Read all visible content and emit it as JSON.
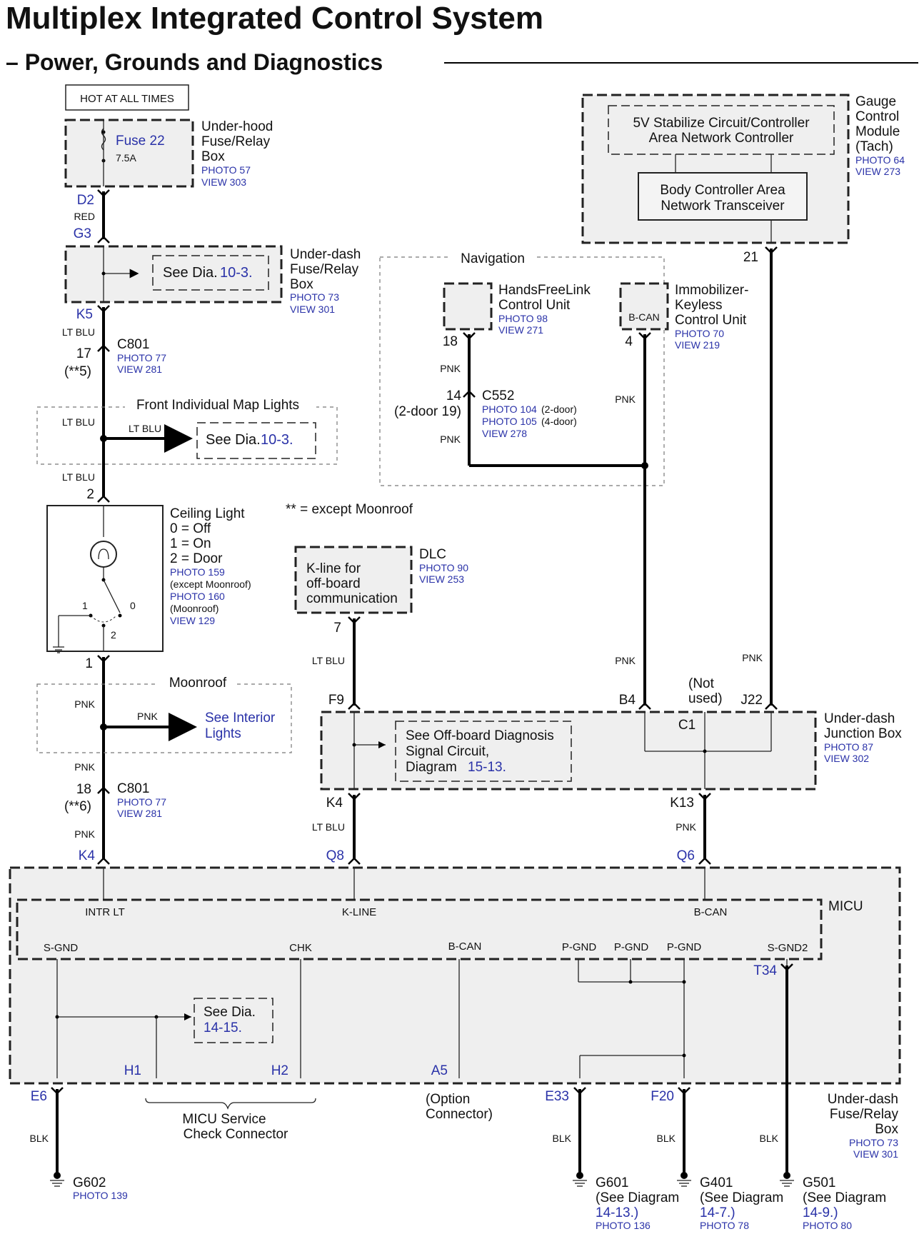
{
  "title": "Multiplex Integrated Control System",
  "subtitle": "– Power, Grounds and Diagnostics",
  "hot_label": "HOT AT ALL TIMES",
  "underhood": {
    "fuse": "Fuse 22",
    "amp": "7.5A",
    "name": [
      "Under-hood",
      "Fuse/Relay",
      "Box"
    ],
    "photo": "PHOTO 57",
    "view": "VIEW 303",
    "pin_out": "D2"
  },
  "wire_red": "RED",
  "underdash_fuse": {
    "pin_in": "G3",
    "see_prefix": "See Dia.",
    "see_ref": "10-3.",
    "name": [
      "Under-dash",
      "Fuse/Relay",
      "Box"
    ],
    "photo": "PHOTO 73",
    "view": "VIEW 301",
    "pin_out": "K5"
  },
  "wire_ltblu": "LT BLU",
  "wire_pnk": "PNK",
  "wire_blk": "BLK",
  "c801_top": {
    "name": "C801",
    "pin": "17",
    "note": "(**5)",
    "photo": "PHOTO 77",
    "view": "VIEW 281"
  },
  "map_lights": {
    "title": "Front Individual Map Lights",
    "see_prefix": "See Dia.",
    "see_ref": "10-3."
  },
  "ceiling": {
    "pin_top": "2",
    "pin_bottom": "1",
    "lines": [
      "Ceiling Light",
      "0 = Off",
      "1 = On",
      "2 = Door"
    ],
    "photo1": "PHOTO 159",
    "note1": "(except Moonroof)",
    "photo2": "PHOTO 160",
    "note2": "(Moonroof)",
    "view": "VIEW 129",
    "sw1": "1",
    "sw0": "0",
    "sw2": "2"
  },
  "except_note": "** = except Moonroof",
  "dlc": {
    "lines": [
      "K-line for",
      "off-board",
      "communication"
    ],
    "name": "DLC",
    "photo": "PHOTO 90",
    "view": "VIEW 253",
    "pin": "7"
  },
  "moonroof": {
    "title": "Moonroof",
    "see": [
      "See Interior",
      "Lights"
    ]
  },
  "c801_bot": {
    "name": "C801",
    "pin": "18",
    "note": "(**6)",
    "photo": "PHOTO 77",
    "view": "VIEW 281"
  },
  "navigation": "Navigation",
  "hfl": {
    "lines": [
      "HandsFreeLink",
      "Control Unit"
    ],
    "photo": "PHOTO 98",
    "view": "VIEW 271",
    "pin": "18"
  },
  "immob": {
    "lines": [
      "Immobilizer-",
      "Keyless",
      "Control Unit"
    ],
    "photo": "PHOTO 70",
    "view": "VIEW 219",
    "pin": "4",
    "bcan": "B-CAN"
  },
  "c552": {
    "name": "C552",
    "pin": "14",
    "note": "(2-door 19)",
    "photo1": "PHOTO 104",
    "photo1_note": "(2-door)",
    "photo2": "PHOTO 105",
    "photo2_note": "(4-door)",
    "view": "VIEW 278"
  },
  "gauge": {
    "inner1": [
      "5V Stabilize Circuit/Controller",
      "Area Network Controller"
    ],
    "inner2": [
      "Body Controller Area",
      "Network Transceiver"
    ],
    "name": [
      "Gauge",
      "Control",
      "Module",
      "(Tach)"
    ],
    "photo": "PHOTO 64",
    "view": "VIEW 273",
    "pin": "21"
  },
  "junction": {
    "pins": {
      "f9": "F9",
      "b4": "B4",
      "j22": "J22",
      "k4": "K4",
      "k13": "K13",
      "c1": "C1"
    },
    "not_used": [
      "(Not",
      "used)"
    ],
    "see": [
      "See Off-board Diagnosis",
      "Signal Circuit,",
      "Diagram"
    ],
    "see_ref": "15-13.",
    "name": [
      "Under-dash",
      "Junction Box"
    ],
    "photo": "PHOTO 87",
    "view": "VIEW 302"
  },
  "micu": {
    "name": "MICU",
    "pins_top": {
      "k4": "K4",
      "q8": "Q8",
      "q6": "Q6"
    },
    "inner_top": {
      "intr": "INTR LT",
      "kline": "K-LINE",
      "bcan": "B-CAN"
    },
    "inner_bot": {
      "sgnd": "S-GND",
      "chk": "CHK",
      "bcan": "B-CAN",
      "pgnd1": "P-GND",
      "pgnd2": "P-GND",
      "pgnd3": "P-GND",
      "sgnd2": "S-GND2"
    },
    "t34": "T34",
    "see_prefix": "See Dia.",
    "see_ref": "14-15.",
    "pins_bottom": {
      "e6": "E6",
      "h1": "H1",
      "h2": "H2",
      "a5": "A5",
      "e33": "E33",
      "f20": "F20"
    }
  },
  "service_connector": [
    "MICU Service",
    "Check Connector"
  ],
  "option_connector": [
    "(Option",
    "Connector)"
  ],
  "underdash_fuse2": {
    "name": [
      "Under-dash",
      "Fuse/Relay",
      "Box"
    ],
    "photo": "PHOTO 73",
    "view": "VIEW 301"
  },
  "grounds": {
    "g602": {
      "name": "G602",
      "photo": "PHOTO 139"
    },
    "g601": {
      "name": "G601",
      "see": "(See Diagram",
      "ref": "14-13.)",
      "photo": "PHOTO 136"
    },
    "g401": {
      "name": "G401",
      "see": "(See Diagram",
      "ref": "14-7.)",
      "photo": "PHOTO 78"
    },
    "g501": {
      "name": "G501",
      "see": "(See Diagram",
      "ref": "14-9.)",
      "photo": "PHOTO 80"
    }
  }
}
